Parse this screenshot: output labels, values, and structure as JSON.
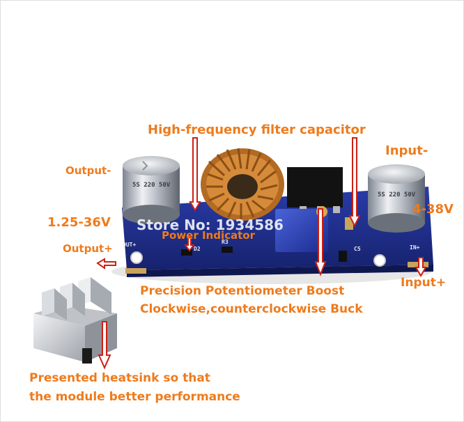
{
  "photo": {
    "subject": "XL4005 DC-DC buck converter module with aluminium heatsink"
  },
  "labels": {
    "hf_filter_capacitor": "High-frequency filter capacitor",
    "input_minus": "Input-",
    "output_minus": "Output-",
    "output_voltage": "1.25-36V",
    "input_voltage": "4-38V",
    "output_plus": "Output+",
    "input_plus": "Input+",
    "power_indicator": "Power Indicator",
    "potentiometer_line1": "Precision Potentiometer Boost",
    "potentiometer_line2": "Clockwise,counterclockwise Buck",
    "heatsink_line1": "Presented heatsink so that",
    "heatsink_line2": "the module better performance"
  },
  "watermark": "Store No: 1934586",
  "board": {
    "out_plus_silk": "OUT+",
    "in_plus_silk": "IN+",
    "d2_silk": "D2",
    "r3_silk": "R3",
    "c5_silk": "C5",
    "capacitor_print_1": "5S 220 50V",
    "capacitor_print_2": "5S 220 50V"
  },
  "colors": {
    "label": "#ee7b1c",
    "arrow_fill": "#ffffff",
    "arrow_stroke": "#cc1f14",
    "pcb": "#1f2d8f",
    "copper_coil": "#c57a2c",
    "heatsink": "#c9ccd0"
  }
}
